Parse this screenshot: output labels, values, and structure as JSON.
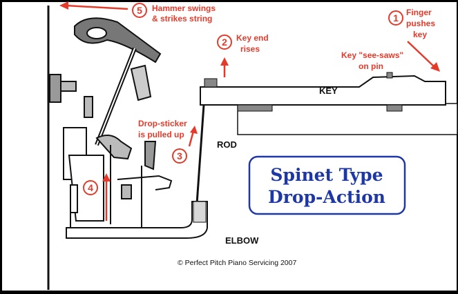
{
  "labels": {
    "key": "KEY",
    "rod": "ROD",
    "elbow": "ELBOW"
  },
  "steps": [
    {
      "num": "1",
      "line1": "Finger",
      "line2": "pushes",
      "line3": "key"
    },
    {
      "num": "2",
      "line1": "Key end",
      "line2": "rises"
    },
    {
      "num": "3"
    },
    {
      "num": "4"
    },
    {
      "num": "5",
      "line1": "Hammer swings",
      "line2": "& strikes string"
    }
  ],
  "notes": {
    "seesaw_line1": "Key \"see-saws\"",
    "seesaw_line2": "on pin",
    "dropsticker_line1": "Drop-sticker",
    "dropsticker_line2": "is pulled up"
  },
  "title": {
    "line1": "Spinet Type",
    "line2": "Drop-Action"
  },
  "copyright": "© Perfect Pitch Piano Servicing 2007",
  "colors": {
    "annotation": "#e53a2a",
    "title_text": "#1d37a6",
    "title_border": "#1d37a6",
    "background": "#ffffff"
  }
}
